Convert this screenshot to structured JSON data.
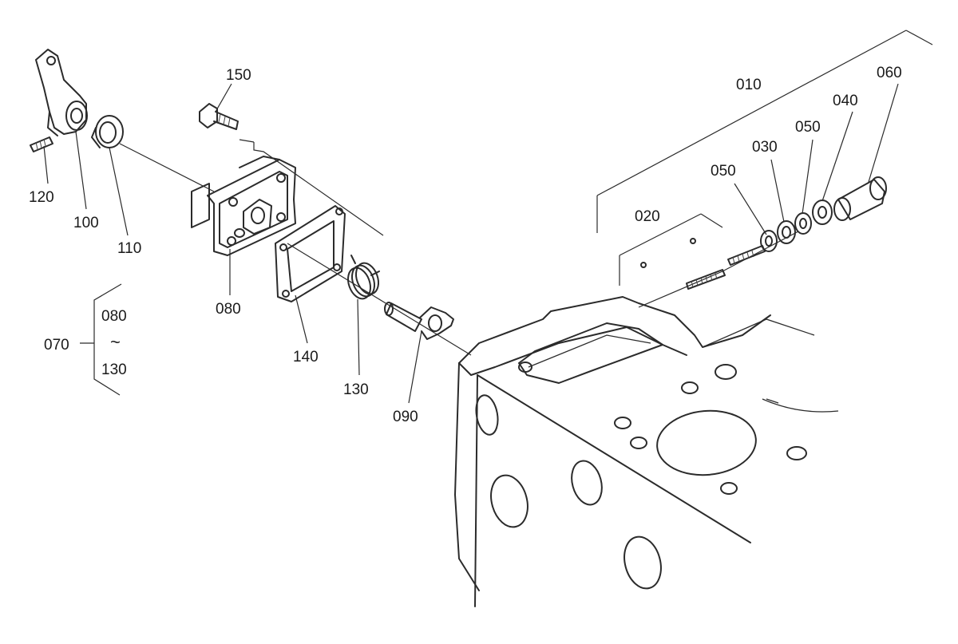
{
  "callouts": {
    "c010": "010",
    "c020": "020",
    "c030": "030",
    "c040": "040",
    "c050a": "050",
    "c050b": "050",
    "c060": "060",
    "c080": "080",
    "c090": "090",
    "c100": "100",
    "c110": "110",
    "c120": "120",
    "c130": "130",
    "c140": "140",
    "c150": "150"
  },
  "assembly": {
    "label": "070",
    "range_start": "080",
    "range_separator": "~",
    "range_end": "130"
  }
}
